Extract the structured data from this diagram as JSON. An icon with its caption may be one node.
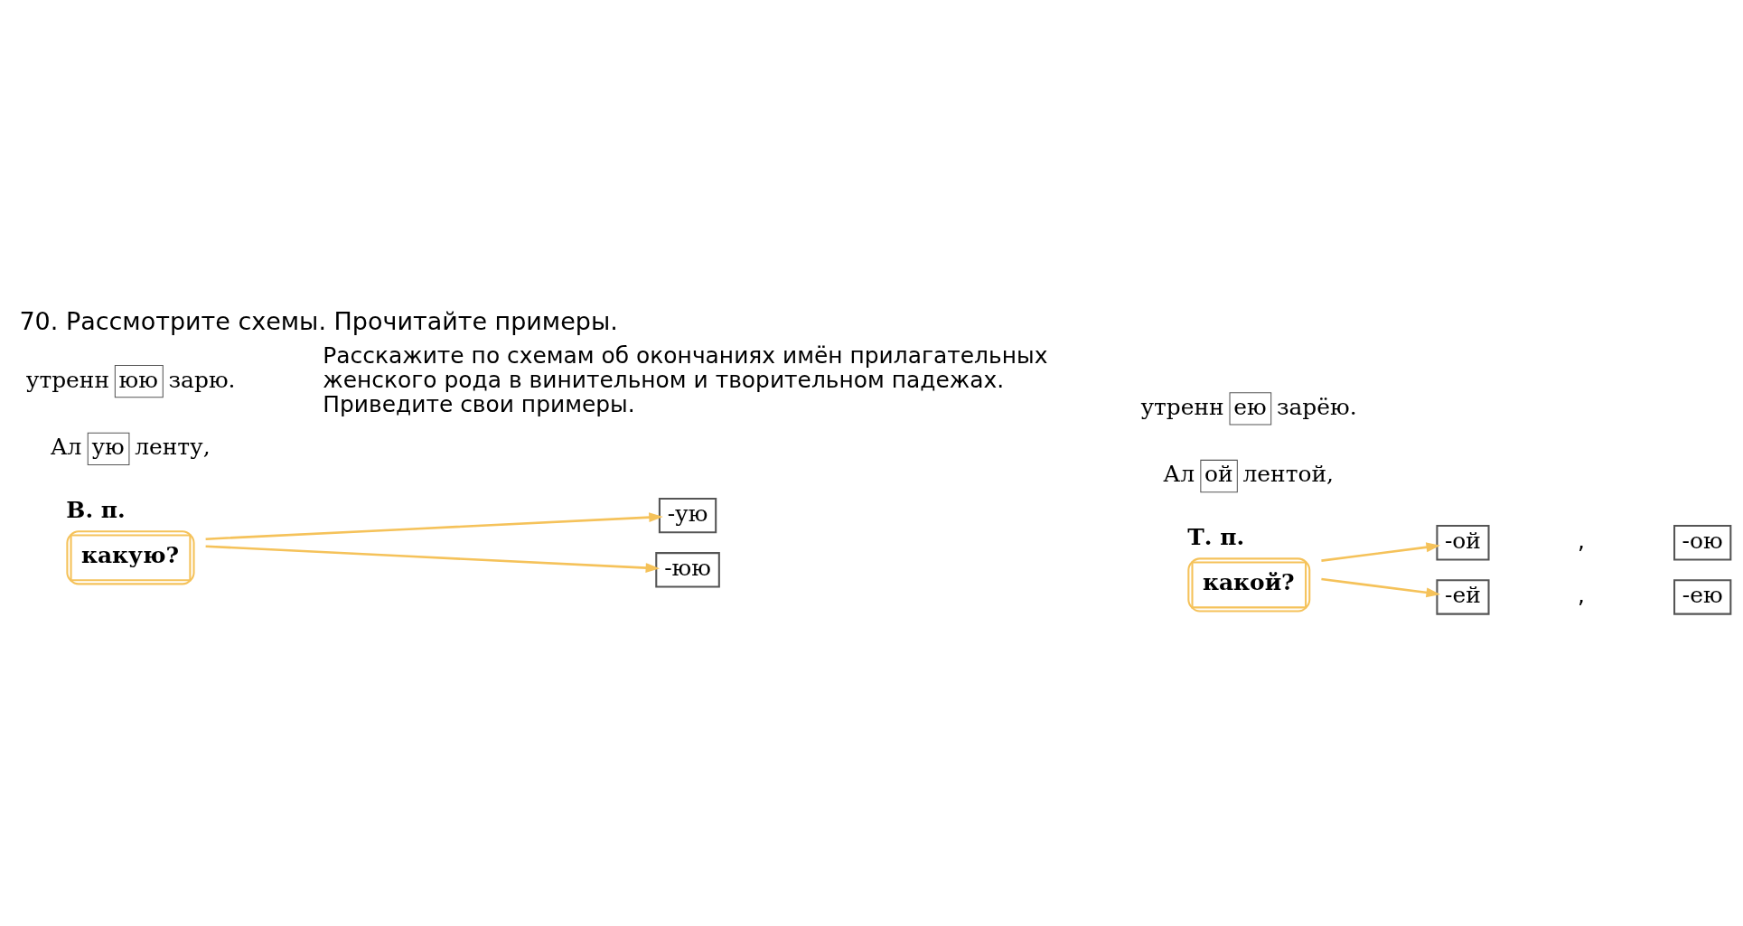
{
  "diagram": {
    "title": "70. Рассмотрите схемы. Прочитайте примеры.",
    "nodes": [
      {
        "text": [
          "В. п.",
          "какую?"
        ]
      },
      {
        "text": [
          "-ую"
        ]
      },
      {
        "text": [
          "-юю"
        ]
      },
      {
        "text": [
          "Т. п.",
          "какой?"
        ]
      },
      {
        "text": [
          "-ой"
        ]
      },
      {
        "text": [
          "-ою"
        ]
      },
      {
        "text": [
          "-ей"
        ]
      },
      {
        "text": [
          "-ею"
        ]
      },
      {
        "text": [
          "ую"
        ],
        "beside": [
          "Ал",
          "ленту,"
        ]
      },
      {
        "text": [
          "юю"
        ],
        "beside": [
          "утренн",
          "зарю."
        ]
      },
      {
        "text": [
          "ой"
        ],
        "beside": [
          "Ал",
          "лентой,"
        ]
      },
      {
        "text": [
          "ею"
        ],
        "beside": [
          "утренн",
          "зарёю."
        ]
      }
    ],
    "edges": [
      {
        "from": 0,
        "to": 1,
        "arrow": "to"
      },
      {
        "from": 0,
        "to": 2,
        "arrow": "to"
      },
      {
        "from": 3,
        "to": 4,
        "arrow": "to"
      },
      {
        "from": 3,
        "to": 6,
        "arrow": "to"
      }
    ],
    "labels": [
      ",",
      ",",
      "Расскажите по схемам об окончаниях имён прилагательных женского рода в винительном и творительном падежах. Приведите свои примеры."
    ]
  }
}
